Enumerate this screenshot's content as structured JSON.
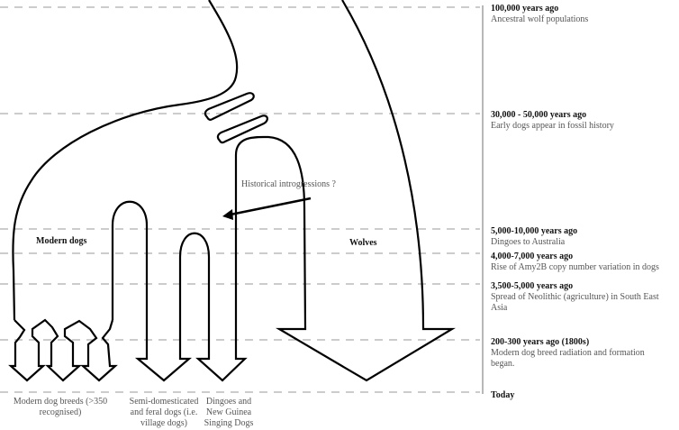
{
  "timeline": [
    {
      "period": "100,000 years ago",
      "event": "Ancestral wolf populations"
    },
    {
      "period": "30,000 - 50,000 years ago",
      "event": "Early dogs appear in fossil history"
    },
    {
      "period": "5,000-10,000 years ago",
      "event": "Dingoes to Australia"
    },
    {
      "period": "4,000-7,000 years ago",
      "event": "Rise of Amy2B copy number variation in dogs"
    },
    {
      "period": "3,500-5,000 years ago",
      "event": "Spread of Neolithic (agriculture) in South East Asia"
    },
    {
      "period": "200-300 years ago (1800s)",
      "event": "Modern dog breed radiation and formation began."
    },
    {
      "period": "Today"
    }
  ],
  "labels": {
    "modern_dogs": "Modern dogs",
    "wolves": "Wolves",
    "introgression": "Historical introgressions ?"
  },
  "outcomes": {
    "breeds": "Modern dog breeds (>350 recognised)",
    "village": "Semi-domesticated and feral dogs (i.e. village dogs)",
    "dingoes": "Dingoes and New Guinea Singing Dogs"
  }
}
